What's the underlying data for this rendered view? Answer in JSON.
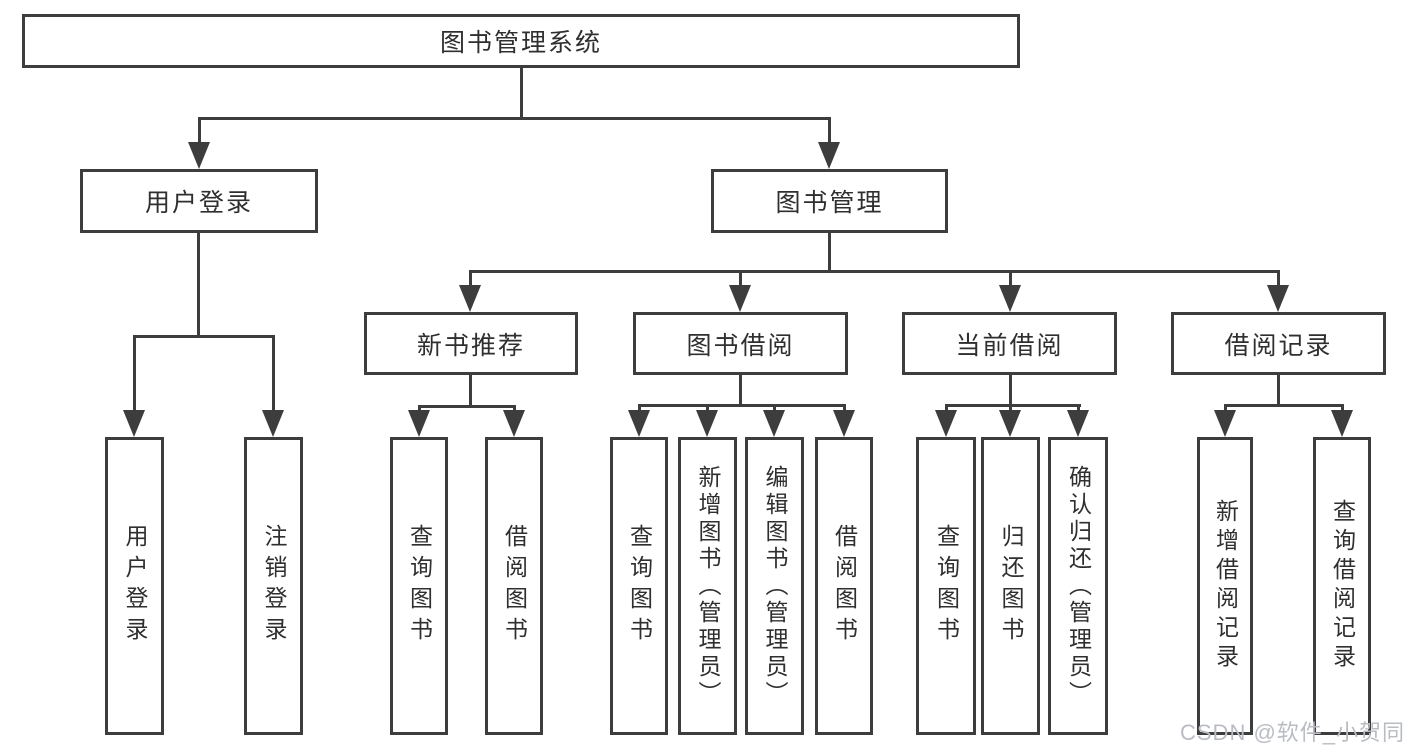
{
  "diagram": {
    "title": "图书管理系统",
    "line_color": "#3d3d3d",
    "level2": {
      "user_login": "用户登录",
      "book_mgmt": "图书管理"
    },
    "level3": {
      "new_book": "新书推荐",
      "book_borrow": "图书借阅",
      "current_borrow": "当前借阅",
      "borrow_record": "借阅记录"
    },
    "leaves": {
      "user": [
        "用户登录",
        "注销登录"
      ],
      "new_book": [
        "查询图书",
        "借阅图书"
      ],
      "book_borrow": [
        "查询图书",
        "新增图书（管理员）",
        "编辑图书（管理员）",
        "借阅图书"
      ],
      "current_borrow": [
        "查询图书",
        "归还图书",
        "确认归还（管理员）"
      ],
      "borrow_record": [
        "新增借阅记录",
        "查询借阅记录"
      ]
    }
  },
  "watermark": "CSDN @软件_小贺同学"
}
